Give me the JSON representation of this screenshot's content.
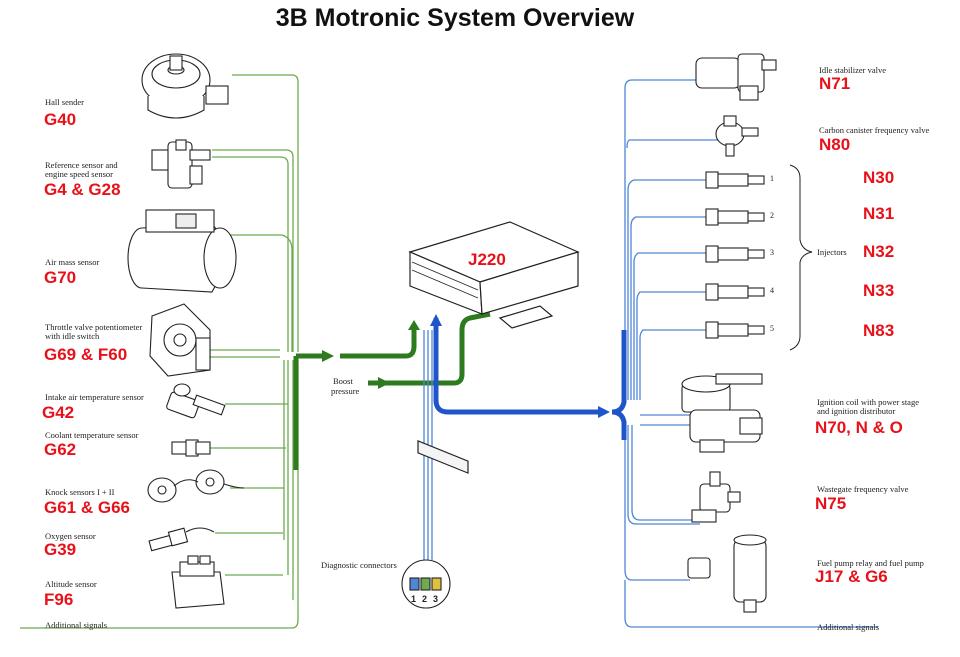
{
  "title": "3B Motronic System Overview",
  "ecu": {
    "code": "J220"
  },
  "boost": {
    "label_line1": "Boost",
    "label_line2": "pressure"
  },
  "diagnostic": {
    "label": "Diagnostic connectors",
    "pins": [
      "1",
      "2",
      "3"
    ]
  },
  "inputs": [
    {
      "label": "Hall sender",
      "code": "G40"
    },
    {
      "label_line1": "Reference sensor and",
      "label_line2": "engine speed sensor",
      "code": "G4 & G28"
    },
    {
      "label": "Air mass sensor",
      "code": "G70"
    },
    {
      "label_line1": "Throttle valve potentiometer",
      "label_line2": "with idle switch",
      "code": "G69 & F60"
    },
    {
      "label": "Intake air temperature sensor",
      "code": "G42"
    },
    {
      "label": "Coolant temperature sensor",
      "code": "G62"
    },
    {
      "label": "Knock sensors I + II",
      "code": "G61 & G66"
    },
    {
      "label": "Oxygen sensor",
      "code": "G39"
    },
    {
      "label": "Altitude sensor",
      "code": "F96"
    },
    {
      "label": "Additional signals"
    }
  ],
  "outputs": [
    {
      "label": "Idle stabilizer valve",
      "code": "N71"
    },
    {
      "label": "Carbon canister frequency valve",
      "code": "N80"
    },
    {
      "label_line1": "Ignition coil with power stage",
      "label_line2": "and ignition distributor",
      "code": "N70, N & O"
    },
    {
      "label": "Wastegate frequency valve",
      "code": "N75"
    },
    {
      "label": "Fuel pump relay and fuel pump",
      "code": "J17 & G6"
    },
    {
      "label": "Additional signals"
    }
  ],
  "injectors": {
    "label": "Injectors",
    "numbers": [
      "1",
      "2",
      "3",
      "4",
      "5"
    ],
    "codes": [
      "N30",
      "N31",
      "N32",
      "N33",
      "N83"
    ]
  },
  "colors": {
    "input_wire": "#2e7a1f",
    "output_wire": "#1f55c8",
    "code_text": "#e8111a",
    "thin_green": "#6cab4e",
    "thin_blue": "#4f86d8"
  }
}
